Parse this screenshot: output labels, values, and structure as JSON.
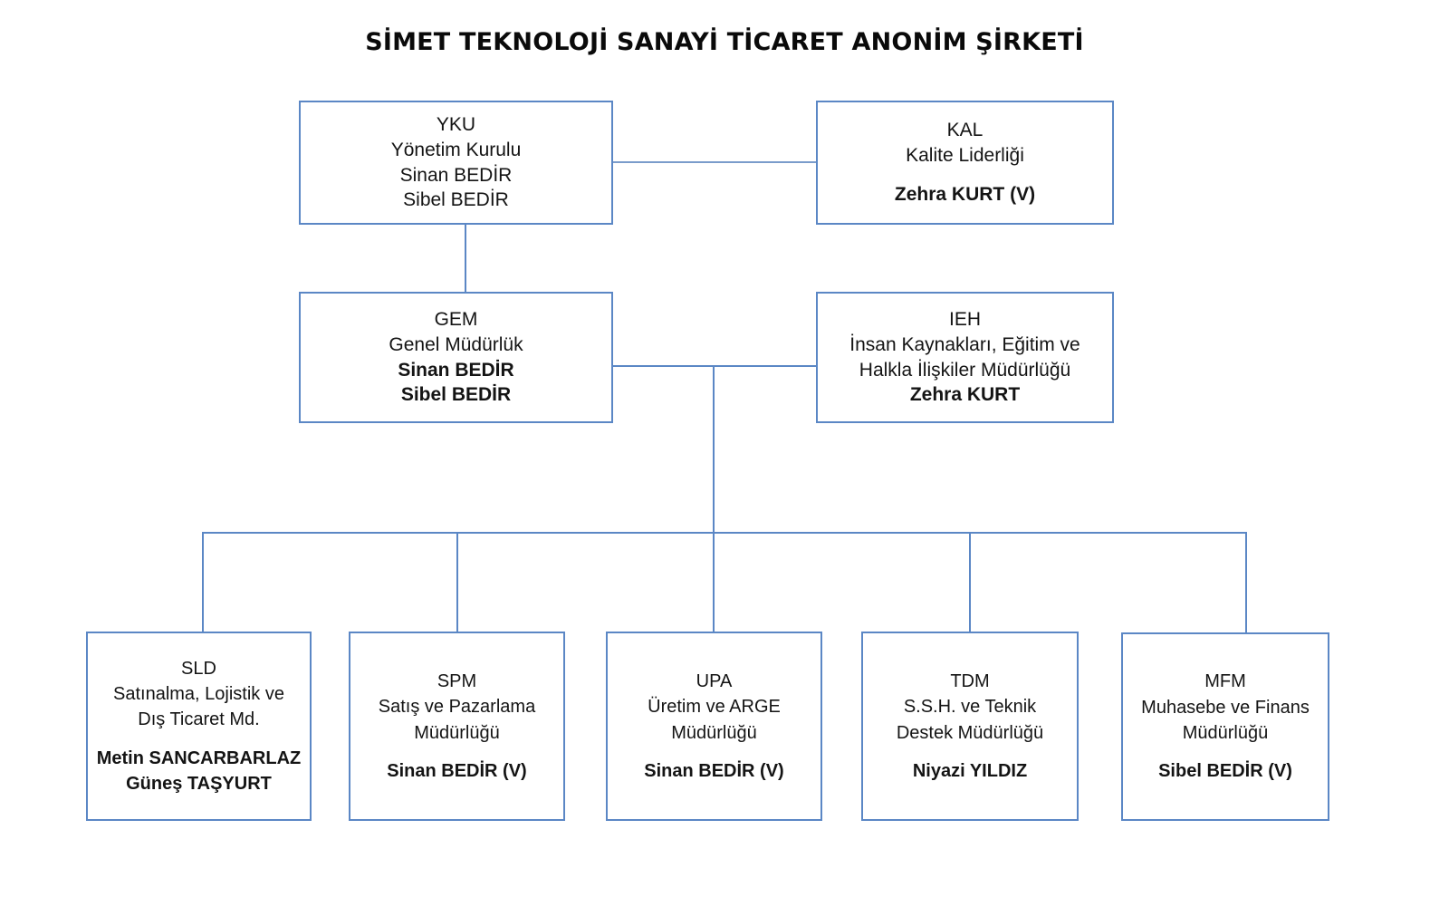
{
  "title": "SİMET TEKNOLOJİ SANAYİ TİCARET ANONİM ŞİRKETİ",
  "theme": {
    "border_color": "#5B87C5",
    "connector_color": "#5B87C5",
    "background": "#FFFFFF",
    "text_color": "#141414"
  },
  "nodes": {
    "yku": {
      "code": "YKU",
      "unit": "Yönetim Kurulu",
      "person1": "Sinan BEDİR",
      "person2": "Sibel BEDİR"
    },
    "kal": {
      "code": "KAL",
      "unit": "Kalite Liderliği",
      "person1": "Zehra KURT (V)"
    },
    "gem": {
      "code": "GEM",
      "unit": "Genel Müdürlük",
      "person1": "Sinan BEDİR",
      "person2": "Sibel BEDİR"
    },
    "ieh": {
      "code": "IEH",
      "unit_line1": "İnsan Kaynakları, Eğitim ve",
      "unit_line2": "Halkla İlişkiler Müdürlüğü",
      "person1": "Zehra KURT"
    },
    "sld": {
      "code": "SLD",
      "unit_line1": "Satınalma, Lojistik ve",
      "unit_line2": "Dış Ticaret Md.",
      "person1": "Metin SANCARBARLAZ",
      "person2": "Güneş TAŞYURT"
    },
    "spm": {
      "code": "SPM",
      "unit_line1": "Satış ve Pazarlama",
      "unit_line2": "Müdürlüğü",
      "person1": "Sinan BEDİR (V)"
    },
    "upa": {
      "code": "UPA",
      "unit_line1": "Üretim ve ARGE",
      "unit_line2": "Müdürlüğü",
      "person1": "Sinan BEDİR (V)"
    },
    "tdm": {
      "code": "TDM",
      "unit_line1": "S.S.H. ve Teknik",
      "unit_line2": "Destek Müdürlüğü",
      "person1": "Niyazi YILDIZ"
    },
    "mfm": {
      "code": "MFM",
      "unit_line1": "Muhasebe ve Finans",
      "unit_line2": "Müdürlüğü",
      "person1": "Sibel BEDİR (V)"
    }
  }
}
